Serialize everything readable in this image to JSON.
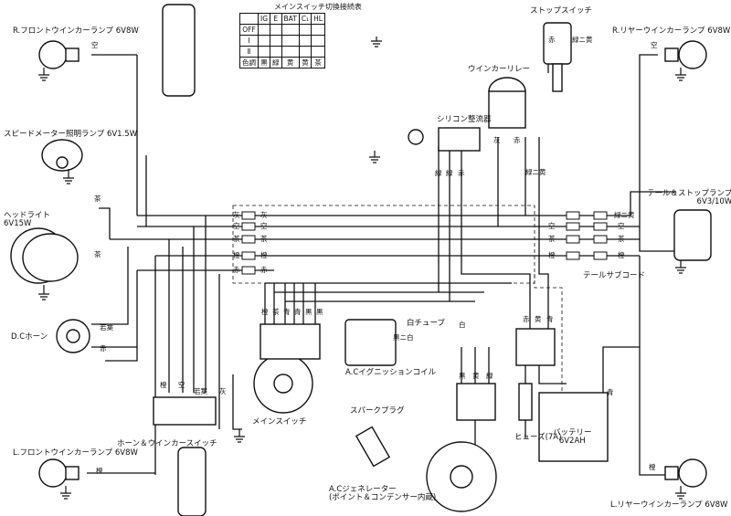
{
  "switch_table": {
    "title": "メインスイッチ切換接続表",
    "headers": [
      "",
      "IG",
      "E",
      "BAT",
      "C₁",
      "HL"
    ],
    "rows": [
      [
        "OFF",
        "",
        "",
        "",
        "",
        ""
      ],
      [
        "Ⅰ",
        "",
        "",
        "",
        "",
        ""
      ],
      [
        "Ⅱ",
        "",
        "",
        "",
        "",
        ""
      ],
      [
        "色調",
        "黒",
        "緑",
        "黄",
        "黄",
        "茶"
      ]
    ]
  },
  "labels": {
    "r_front_winker": "R.フロントウインカーランプ 6V8W",
    "speedometer_lamp": "スピードメーター照明ランプ 6V1.5W",
    "headlight": "ヘッドライト\n6V15W",
    "dc_horn": "D.Cホーン",
    "l_front_winker": "L.フロントウインカーランプ 6V8W",
    "horn_winker_switch": "ホーン＆ウインカースイッチ",
    "main_switch": "メインスイッチ",
    "stop_switch": "ストップスイッチ",
    "winker_relay": "ウインカーリレー",
    "silicon_rectifier": "シリコン整流器",
    "r_rear_winker": "R.リヤーウインカーランプ 6V8W",
    "tail_stop_lamp": "テール＆ストップランプ\n6V3/10W",
    "tail_subcord": "テールサブコード",
    "white_tube": "白チューブ",
    "ac_ignition_coil": "A.Cイグニッションコイル",
    "spark_plug": "スパークプラグ",
    "fuse": "ヒューズ(7A)",
    "battery": "バッテリー\n6V2AH",
    "ac_generator": "A.Cジェネレーター\n(ポイント＆コンデンサー内蔵)",
    "l_rear_winker": "L.リヤーウインカーランプ 6V8W"
  },
  "wire_labels": {
    "sora": "空",
    "cha": "茶",
    "hai": "灰",
    "daidai": "橙",
    "aka": "赤",
    "midori": "緑",
    "ao": "青",
    "kuro": "黒",
    "ki": "黄",
    "wakaba": "若葉",
    "midori_ki": "緑ニ黄",
    "kuro_shiro": "黒ニ白",
    "shiro": "白"
  }
}
